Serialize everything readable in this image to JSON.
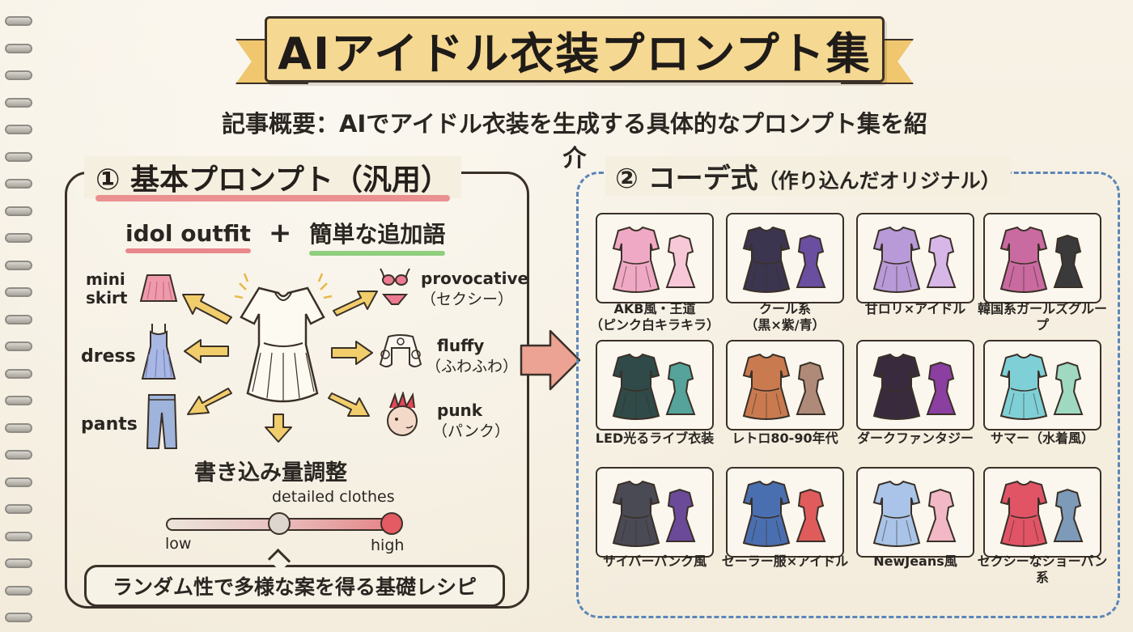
{
  "title": "AIアイドル衣装プロンプト集",
  "subtitle": "記事概要：AIでアイドル衣装を生成する具体的なプロンプト集を紹介",
  "section1": {
    "title": "① 基本プロンプト（汎用）",
    "formula": {
      "term1": "idol outfit",
      "plus": "+",
      "term2": "簡単な追加語"
    },
    "items": [
      {
        "label": "mini skirt",
        "line1": "mini",
        "line2": "skirt"
      },
      {
        "label": "dress"
      },
      {
        "label": "pants"
      },
      {
        "label": "provocative",
        "sub": "（セクシー）"
      },
      {
        "label": "fluffy",
        "sub": "（ふわふわ）"
      },
      {
        "label": "punk",
        "sub": "（パンク）"
      }
    ],
    "adjust_title": "書き込み量調整",
    "slider": {
      "label": "detailed clothes",
      "low": "low",
      "high": "high"
    },
    "callout": "ランダム性で多様な案を得る基礎レシピ"
  },
  "section2": {
    "title_main": "② コーデ式",
    "title_sub": "（作り込んだオリジナル）",
    "cards": [
      {
        "label": "AKB風・王道\n（ピンク白キラキラ）",
        "colors": [
          "#f0a9c4",
          "#f7c9d8"
        ]
      },
      {
        "label": "クール系\n（黒×紫/青）",
        "colors": [
          "#3b3550",
          "#6a4ea0"
        ]
      },
      {
        "label": "甘ロリ×アイドル",
        "colors": [
          "#b89ad8",
          "#d7b6e8"
        ]
      },
      {
        "label": "韓国系ガールズグループ",
        "colors": [
          "#c96aa0",
          "#3a3a3a"
        ]
      },
      {
        "label": "LED光るライブ衣装",
        "colors": [
          "#2f4a48",
          "#55a39a"
        ]
      },
      {
        "label": "レトロ80-90年代",
        "colors": [
          "#c97a4f",
          "#b08a78"
        ]
      },
      {
        "label": "ダークファンタジー",
        "colors": [
          "#3a2a3e",
          "#8b3fa0"
        ]
      },
      {
        "label": "サマー（水着風）",
        "colors": [
          "#7fd0d6",
          "#9fd9c2"
        ]
      },
      {
        "label": "サイバーパンク風",
        "colors": [
          "#4a4a55",
          "#6b4a9a"
        ]
      },
      {
        "label": "セーラー服×アイドル",
        "colors": [
          "#4a6fb0",
          "#e05c5c"
        ]
      },
      {
        "label": "NewJeans風",
        "colors": [
          "#a9c4e8",
          "#f2b8c6"
        ]
      },
      {
        "label": "セクシーなショーパン系",
        "colors": [
          "#e05466",
          "#7d9ab8"
        ]
      }
    ]
  },
  "colors": {
    "paper": "#f6f0e2",
    "banner": "#f5d891",
    "accent_pink": "#e8878c",
    "accent_green": "#8fcf7e",
    "dashed_blue": "#5b86b8",
    "big_arrow": "#eca393"
  }
}
